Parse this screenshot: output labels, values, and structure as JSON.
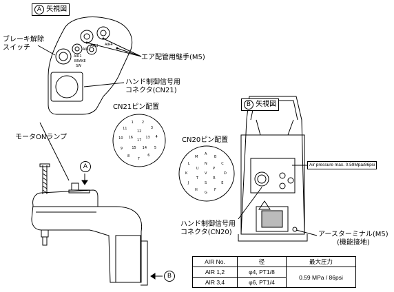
{
  "view_a": {
    "circle": "A",
    "title": "矢視図"
  },
  "view_b": {
    "circle": "B",
    "title": "矢視図"
  },
  "labels": {
    "brake_release": [
      "ブレーキ解除",
      "スイッチ"
    ],
    "air_fitting": "エア配管用継手(M5)",
    "hand_connector_21": [
      "ハンド制御信号用",
      "コネクタ(CN21)"
    ],
    "cn21_title": "CN21ピン配置",
    "motor_lamp": "モータONランプ",
    "cn20_title": "CN20ピン配置",
    "air_pressure": "Air pressure max. 0.59Mpa/86psi",
    "hand_connector_20": [
      "ハンド制御信号用",
      "コネクタ(CN20)"
    ],
    "earth_terminal": [
      "アースターミナル(M5)",
      "(機能接地)"
    ],
    "arrow_a": "A",
    "arrow_b": "B"
  },
  "panel_marks": {
    "air1": "AIR1",
    "air2": "AIR2",
    "air3": "AIR3",
    "air4": "AIR4",
    "brake": "BRAKE",
    "sw": "SW"
  },
  "cn21_pins": [
    "1",
    "2",
    "3",
    "4",
    "5",
    "6",
    "7",
    "8",
    "9",
    "10",
    "11",
    "12",
    "13",
    "14",
    "15",
    "16",
    "17"
  ],
  "cn20_pins": [
    "A",
    "B",
    "C",
    "D",
    "E",
    "F",
    "G",
    "H",
    "J",
    "K",
    "L",
    "M",
    "N",
    "P",
    "R",
    "S",
    "T",
    "U",
    "V"
  ],
  "spec_table": {
    "headers": [
      "AIR No.",
      "径",
      "最大圧力"
    ],
    "rows": [
      {
        "air": "AIR 1,2",
        "size": "φ4, PT1/8"
      },
      {
        "air": "AIR 3,4",
        "size": "φ6, PT1/4"
      }
    ],
    "pressure": "0.59 MPa / 86psi"
  }
}
